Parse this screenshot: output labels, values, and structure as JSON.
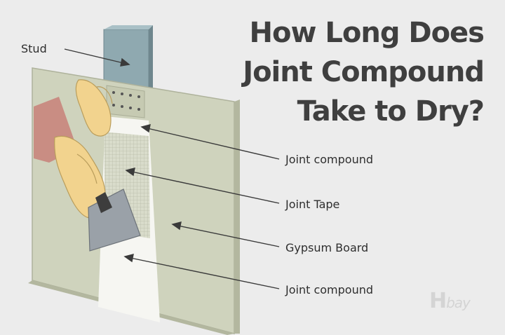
{
  "title": {
    "lines": [
      "How Long Does",
      "Joint Compound",
      "Take to Dry?"
    ]
  },
  "labels": {
    "stud": "Stud",
    "joint_compound_top": "Joint compound",
    "joint_tape": "Joint Tape",
    "gypsum_board": "Gypsum Board",
    "joint_compound_bottom": "Joint compound"
  },
  "watermark": {
    "big": "H",
    "small": "bay"
  },
  "colors": {
    "background": "#ececec",
    "board": "#cfd3bd",
    "board_edge": "#aeb29b",
    "stud": "#8fa9b0",
    "compound": "#f6f6f2",
    "glove": "#f2d38e",
    "sleeve": "#c98d83",
    "knife": "#9aa1a8",
    "title": "#3f3f3f"
  }
}
